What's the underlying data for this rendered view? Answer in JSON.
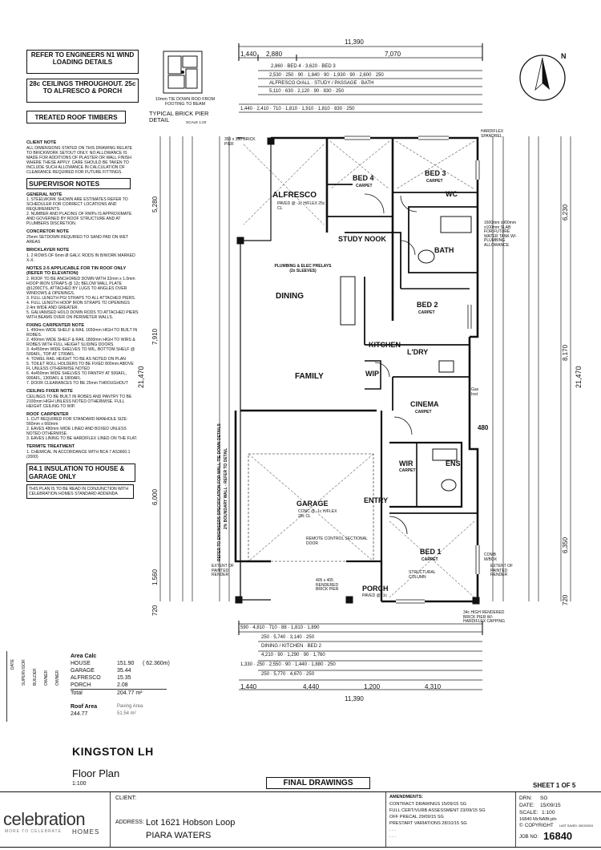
{
  "top_boxes": [
    "REFER TO ENGINEERS N1 WIND LOADING DETAILS",
    "28c CEILINGS THROUGHOUT. 25c TO ALFRESCO & PORCH",
    "TREATED ROOF TIMBERS"
  ],
  "pier": {
    "note": "10mm TIE DOWN ROD FROM FOOTING TO BEAM",
    "title": "TYPICAL BRICK PIER DETAIL",
    "scale": "SCALE 1:20"
  },
  "client_note": {
    "title": "CLIENT NOTE",
    "text": "ALL DIMENSIONS STATED ON THIS DRAWING RELATE TO BRICKWORK SETOUT ONLY. NO ALLOWANCE IS MADE FOR ADDITIONS OF PLASTER OR WALL FINISH WHERE THESE APPLY. CARE SHOULD BE TAKEN TO INCLUDE SUCH ALLOWANCE IN CALCULATION OF CLEARANCE REQUIRED FOR FUTURE FITTINGS."
  },
  "supervisor_title": "SUPERVISOR NOTES",
  "note_sections": [
    {
      "title": "GENERAL NOTE",
      "text": "1. STEELWORK SHOWN ARE ESTIMATES REFER TO SCHEDULER FOR CORRECT LOCATIONS AND REQUIREMENTS.\n2. NUMBER AND PLACING OF RWPs IS APPROXIMATE AND GOVERNED BY ROOF STRUCTURE AND AT PLUMBERS DISCRETION."
    },
    {
      "title": "CONCRETOR NOTE",
      "text": "25mm SETDOWN REQUIRED TO SAND PAD ON WET AREAS"
    },
    {
      "title": "BRICKLAYER NOTE",
      "text": "1. 2 ROWS OF 6mm Ø GALV. RODS IN B/WORK MARKED X-X."
    },
    {
      "title": "NOTES 2-5 APPLICABLE FOR TIN ROOF ONLY (REFER TO ELEVATION)",
      "text": "2. ROOF TO BE ANCHORED DOWN WITH 32mm x 1.0mm HOOP IRON STRAPS @ 12c BELOW WALL PLATE @1200CTS, ATTACHED BY LUGS TO ANGLES OVER WINDOWS & OPENINGS.\n3. FULL LENGTH PGI STRAPS TO ALL ATTACHED PIERS.\n4. FULL LENGTH HOOP IRON STRAPS TO OPENINGS 2.4m WIDE AND GREATER.\n5. GALVANISED HOLD DOWN RODS TO ATTACHED PIERS WITH BEAMS OVER ON PERIMETER WALLS."
    },
    {
      "title": "FIXING CARPENTER NOTE",
      "text": "1. 450mm WIDE SHELF & RAIL 1650mm HIGH TO BUILT IN ROBES.\n2. 450mm WIDE SHELF & RAIL 1800mm HIGH TO WIRS & ROBES WITH FULL HEIGHT SLIDING DOORS\n3. 4x450mm WIDE SHELVES TO WIL, BOTTOM SHELF @ 500AFL, TOP AT 1700AFL\n4. TOWEL RAIL HEIGHT TO BE AS NOTED ON PLAN\n5. TOILET ROLL HOLDERS TO BE FIXED 800mm ABOVE FL UNLESS OTHERWISE NOTED\n6. 4x450mm WIDE SHELVES TO PANTRY AT 500AFL, 900AFL, 1300AFL & 1800AFL\n7. DOOR CLEARANCES TO BE 25mm THROUGHOUT"
    },
    {
      "title": "CEILING FIXER NOTE",
      "text": "CEILINGS TO BE BUILT IN ROBES AND PANTRY TO BE 2100mm HIGH UNLESS NOTED OTHERWISE. FULL HEIGHT CEILING TO WIP."
    },
    {
      "title": "ROOF CARPENTER",
      "text": "1. CUT REQUIRED FOR STANDARD MANHOLE SIZE: 560mm x 660mm\n2. EAVES 480mm WIDE LINED AND BOXED UNLESS NOTED OTHERWISE.\n3. EAVES LINING TO BE HARDIFLEX LINED ON THE FLAT."
    },
    {
      "title": "TERMITE TREATMENT",
      "text": "1. CHEMICAL IN ACCORDANCE WITH BCA 7 AS3660.1 (2000)"
    }
  ],
  "insulation_box": "R4.1 INSULATION TO HOUSE & GARAGE ONLY",
  "read_note": "THIS PLAN IS TO BE READ IN CONJUNCTION WITH CELEBRATION HOMES STANDARD ADDENDA",
  "side_labels": [
    "DATE",
    "SUPERVISOR",
    "BUILDER",
    "OWNER",
    "OWNER"
  ],
  "area_calc": {
    "title": "Area Calc",
    "rows": [
      {
        "name": "HOUSE",
        "value": "151.90",
        "extra": "( 62.360m)"
      },
      {
        "name": "GARAGE",
        "value": "35.44",
        "extra": ""
      },
      {
        "name": "ALFRESCO",
        "value": "15.35",
        "extra": ""
      },
      {
        "name": "PORCH",
        "value": "2.08",
        "extra": ""
      }
    ],
    "total_label": "Total",
    "total_value": "204.77 m²",
    "roof_label": "Roof Area",
    "roof_value": "244.77",
    "paving_label": "Paving Area",
    "paving_value": "51.54 m²"
  },
  "plan_name": "KINGSTON LH",
  "plan_type": "Floor Plan",
  "plan_scale": "1:100",
  "final_drawings": "FINAL DRAWINGS",
  "sheet": "SHEET 1 OF 5",
  "title_block": {
    "logo_main": "celebration",
    "logo_tag": "MORE TO CELEBRATE",
    "logo_sub": "HOMES",
    "client_label": "CLIENT:",
    "address_label": "ADDRESS:",
    "address_line1": "Lot  1621 Hobson Loop",
    "address_line2": "PIARA WATERS",
    "amendments_title": "AMENDMENTS:",
    "amendments": [
      "CONTRACT DRAWINGS 15/09/15 SG",
      "FULL CERT/VURB ASSESSMENT 23/09/15 SG",
      "OFF PRECAL 29/09/15 SG",
      "PRESTART VARIATIONS 28/10/15 SG",
      ". . .",
      ". . ."
    ],
    "drn_label": "DRN:",
    "drn": "SG",
    "date_label": "DATE:",
    "date": "15/09/15",
    "scale_label": "SCALE:",
    "scale": "1:100",
    "file": "16840 McNABt.pln",
    "copyright": "COPYRIGHT",
    "last_saved": "LAST SAVED: 28/10/2015",
    "job_label": "JOB NO:",
    "job_no": "16840"
  },
  "rooms": [
    {
      "name": "ALFRESCO",
      "sub": "PAVED @ -1c H/FLEX  25c CL"
    },
    {
      "name": "BED 4",
      "sub": "CARPET"
    },
    {
      "name": "BED 3",
      "sub": "CARPET"
    },
    {
      "name": "WC",
      "sub": ""
    },
    {
      "name": "STUDY NOOK",
      "sub": ""
    },
    {
      "name": "BATH",
      "sub": ""
    },
    {
      "name": "DINING",
      "sub": ""
    },
    {
      "name": "BED 2",
      "sub": "CARPET"
    },
    {
      "name": "KITCHEN",
      "sub": ""
    },
    {
      "name": "L'DRY",
      "sub": ""
    },
    {
      "name": "FAMILY",
      "sub": ""
    },
    {
      "name": "WIP",
      "sub": ""
    },
    {
      "name": "CINEMA",
      "sub": "CARPET"
    },
    {
      "name": "GARAGE",
      "sub": "CONC @ -1c H/FLEX  28c CL"
    },
    {
      "name": "WIR",
      "sub": "CARPET"
    },
    {
      "name": "ENS",
      "sub": ""
    },
    {
      "name": "ENTRY",
      "sub": ""
    },
    {
      "name": "BED 1",
      "sub": "CARPET"
    },
    {
      "name": "PORCH",
      "sub": "PAVED @ -1c"
    }
  ],
  "plan_notes": {
    "plumbing": "PLUMBING & ELEC PRELAYS (2x SLEEVES)",
    "engineers": "REFER TO ENGINEERS SPECIFICATION FOR WALL TIE DOWN DETAILS",
    "boundary": "2% BOUNDARY WALL - REFER TO DETAIL",
    "remote": "REMOTE CONTROL SECTIONAL DOOR",
    "water_tank": "1600mm x900mm x100mm SLAB FOR FUTURE WATER TANK W/- PLUMBING ALLOWANCE",
    "pier350": "350 x 350 BRICK PIER",
    "hardiflex": "HARDIFLEX SPANDREL",
    "extent_painted": "EXTENT OF PAINTED RENDER",
    "rendered_pier": "405 x 405 RENDERED BRICK PIER",
    "brick_pier_34c": "34c HIGH RENDERED BRICK PIER W/- HARDIFLEX CAPPING",
    "structural_column": "STRUCTURAL COLUMN",
    "comb": "COMB M/BOX",
    "gas": "Gas Inst"
  },
  "dims": {
    "top_total": "11,390",
    "top_row1": [
      "1,440",
      "2,880",
      "7,070"
    ],
    "bottom_total": "11,390",
    "bottom_row1": [
      "1,440",
      "4,440",
      "1,200",
      "4,310"
    ],
    "left_total": "21,470",
    "left_parts": [
      "5,280",
      "7,910",
      "6,000",
      "1,560",
      "720"
    ],
    "right_total": "21,470",
    "right_parts": [
      "6,230",
      "8,170",
      "6,350",
      "720"
    ],
    "misc": [
      "480",
      "720"
    ]
  },
  "compass": "N"
}
